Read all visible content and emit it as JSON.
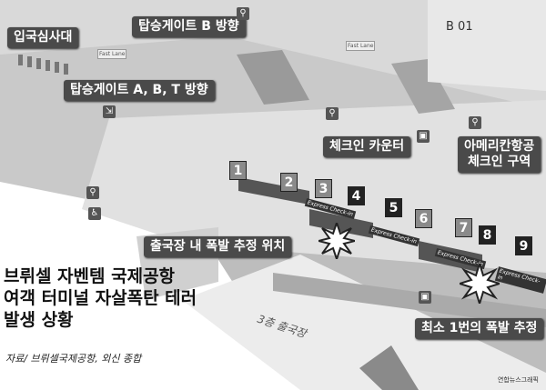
{
  "labels": {
    "immigration": "입국심사대",
    "gate_b": "탑승게이트 B 방향",
    "gate_abt": "탑승게이트 A, B, T 방향",
    "checkin_counter": "체크인 카운터",
    "american_airlines_line1": "아메리칸항공",
    "american_airlines_line2": "체크인 구역",
    "explosion_location": "출국장 내 폭발 추정 위치",
    "explosion_min": "최소 1번의 폭발 추정",
    "b01": "B 01",
    "floor": "3층 출국장"
  },
  "signs": {
    "fast_lane_1": "Fast Lane",
    "fast_lane_2": "Fast Lane",
    "express": "Express Check-in"
  },
  "counters": [
    "1",
    "2",
    "3",
    "4",
    "5",
    "6",
    "7",
    "8",
    "9"
  ],
  "title": {
    "line1": "브뤼셀 자벤템 국제공항",
    "line2": "여객 터미널 자살폭탄 테러",
    "line3": "발생 상황"
  },
  "source": "자료/ 브뤼셀국제공항, 외신 종합",
  "credit": "연합뉴스그래픽"
}
